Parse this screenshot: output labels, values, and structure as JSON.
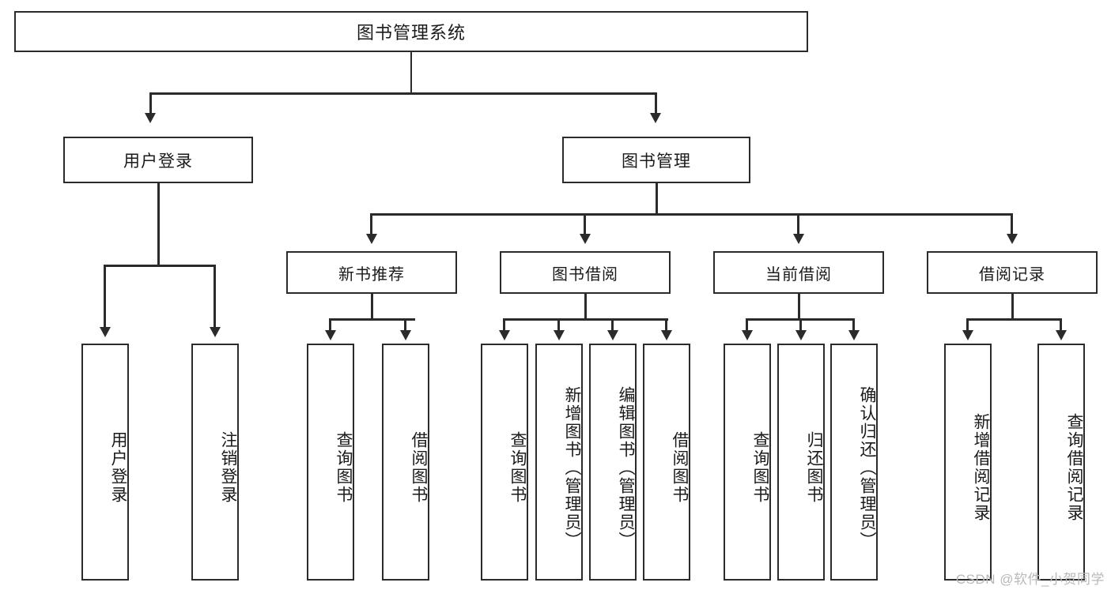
{
  "diagram": {
    "title": "图书管理系统",
    "type": "hierarchy-tree",
    "background_color": "#ffffff",
    "line_color": "#2b2b2b",
    "box_fill": "#ffffff",
    "text_color": "#1a1a1a",
    "root": {
      "label": "图书管理系统"
    },
    "level1": [
      {
        "label": "用户登录"
      },
      {
        "label": "图书管理"
      }
    ],
    "level2": [
      {
        "label": "新书推荐"
      },
      {
        "label": "图书借阅"
      },
      {
        "label": "当前借阅"
      },
      {
        "label": "借阅记录"
      }
    ],
    "leaves": {
      "user_login": [
        {
          "label": "用户登录"
        },
        {
          "label": "注销登录"
        }
      ],
      "new_book_recommend": [
        {
          "label": "查询图书"
        },
        {
          "label": "借阅图书"
        }
      ],
      "book_borrow": [
        {
          "label": "查询图书"
        },
        {
          "label": "新增图书（管理员）"
        },
        {
          "label": "编辑图书（管理员）"
        },
        {
          "label": "借阅图书"
        }
      ],
      "current_borrow": [
        {
          "label": "查询图书"
        },
        {
          "label": "归还图书"
        },
        {
          "label": "确认归还（管理员）"
        }
      ],
      "borrow_record": [
        {
          "label": "新增借阅记录"
        },
        {
          "label": "查询借阅记录"
        }
      ]
    }
  },
  "watermark": {
    "text": "CSDN @软件_小贺同学"
  }
}
